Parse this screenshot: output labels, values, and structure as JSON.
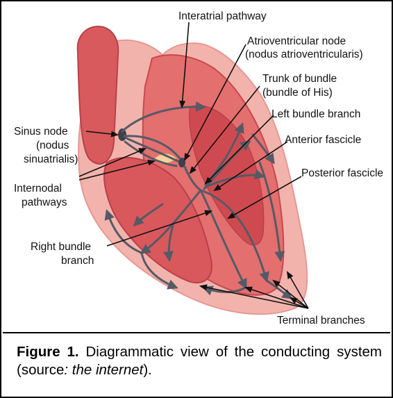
{
  "labels": {
    "interatrial": "Interatrial pathway",
    "av_node_1": "Atrioventricular node",
    "av_node_2": "(nodus atrioventricularis)",
    "trunk_1": "Trunk of bundle",
    "trunk_2": "(bundle of His)",
    "left_bundle": "Left bundle branch",
    "anterior": "Anterior fascicle",
    "posterior": "Posterior fascicle",
    "sinus_1": "Sinus node",
    "sinus_2": "(nodus",
    "sinus_3": "sinuatrialis)",
    "internodal_1": "Internodal",
    "internodal_2": "pathways",
    "right_bundle_1": "Right bundle",
    "right_bundle_2": "branch",
    "terminal": "Terminal branches"
  },
  "caption": {
    "figure_label": "Figure 1.",
    "text_1": " Diagrammatic view of the conducting system (source",
    "text_italic": ": the internet",
    "text_2": ")."
  },
  "colors": {
    "heart_outer": "#f3b3ad",
    "heart_wall": "#e36f6f",
    "heart_dark": "#c8484c",
    "pathway": "#555a66"
  }
}
